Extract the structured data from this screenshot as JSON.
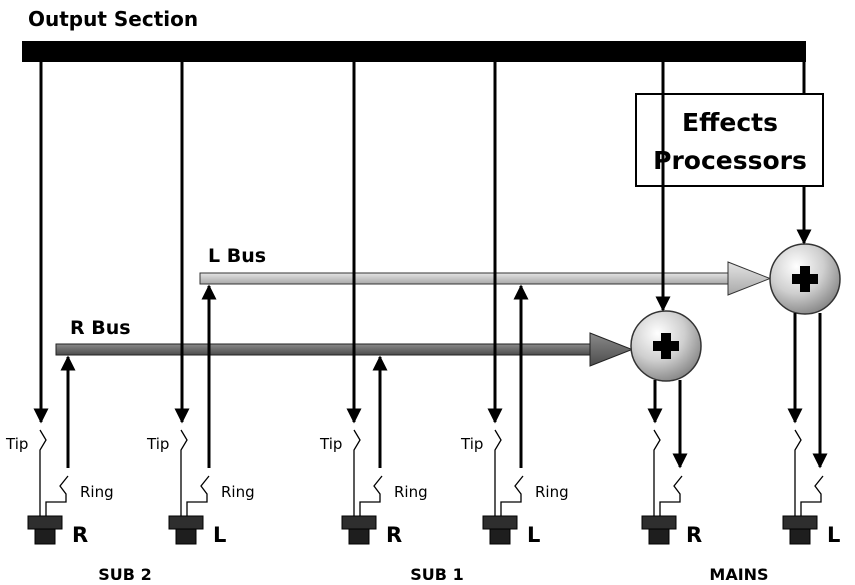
{
  "title": "Output Section",
  "effects": {
    "line1": "Effects",
    "line2": "Processors"
  },
  "buses": {
    "left": "L Bus",
    "right": "R Bus"
  },
  "contacts": {
    "tip": "Tip",
    "ring": "Ring"
  },
  "jacks": [
    {
      "side": "R",
      "group": "SUB 2"
    },
    {
      "side": "L",
      "group": "SUB 2"
    },
    {
      "side": "R",
      "group": "SUB 1"
    },
    {
      "side": "L",
      "group": "SUB 1"
    },
    {
      "side": "R",
      "group": "MAINS"
    },
    {
      "side": "L",
      "group": "MAINS"
    }
  ],
  "groups": [
    "SUB 2",
    "SUB 1",
    "MAINS"
  ],
  "colors": {
    "output_bar": "#000000",
    "l_bus": "#c8c8c8",
    "r_bus": "#6e6e6e",
    "summer": "#d8d8d8"
  }
}
